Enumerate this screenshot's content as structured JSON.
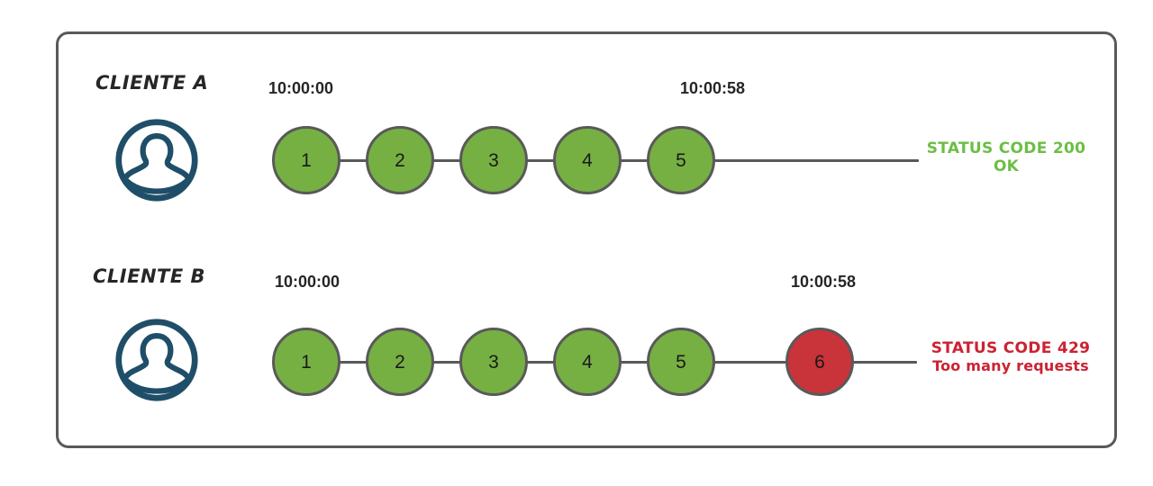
{
  "diagram": {
    "title": "Rate limiting comparison: Cliente A vs Cliente B",
    "frame_border_color": "#595959",
    "background": "#ffffff"
  },
  "colors": {
    "node_ok_fill": "#76B043",
    "node_error_fill": "#C9333A",
    "node_stroke": "#595959",
    "line": "#595959",
    "avatar": "#1F4E68",
    "status_ok_text": "#6CBE45",
    "status_error_text": "#CC2233",
    "label_text": "#262626"
  },
  "rows": [
    {
      "id": "client-a",
      "label": "CLIENTE A",
      "avatar_icon": "user-avatar-icon",
      "start_time": "10:00:00",
      "end_time": "10:00:58",
      "nodes": [
        {
          "n": "1",
          "state": "ok"
        },
        {
          "n": "2",
          "state": "ok"
        },
        {
          "n": "3",
          "state": "ok"
        },
        {
          "n": "4",
          "state": "ok"
        },
        {
          "n": "5",
          "state": "ok"
        }
      ],
      "status": {
        "state": "ok",
        "line1": "STATUS CODE 200",
        "line2": "OK"
      }
    },
    {
      "id": "client-b",
      "label": "CLIENTE B",
      "avatar_icon": "user-avatar-icon",
      "start_time": "10:00:00",
      "end_time": "10:00:58",
      "nodes": [
        {
          "n": "1",
          "state": "ok"
        },
        {
          "n": "2",
          "state": "ok"
        },
        {
          "n": "3",
          "state": "ok"
        },
        {
          "n": "4",
          "state": "ok"
        },
        {
          "n": "5",
          "state": "ok"
        },
        {
          "n": "6",
          "state": "error"
        }
      ],
      "status": {
        "state": "error",
        "line1": "STATUS CODE 429",
        "line2": "Too many requests"
      }
    }
  ]
}
